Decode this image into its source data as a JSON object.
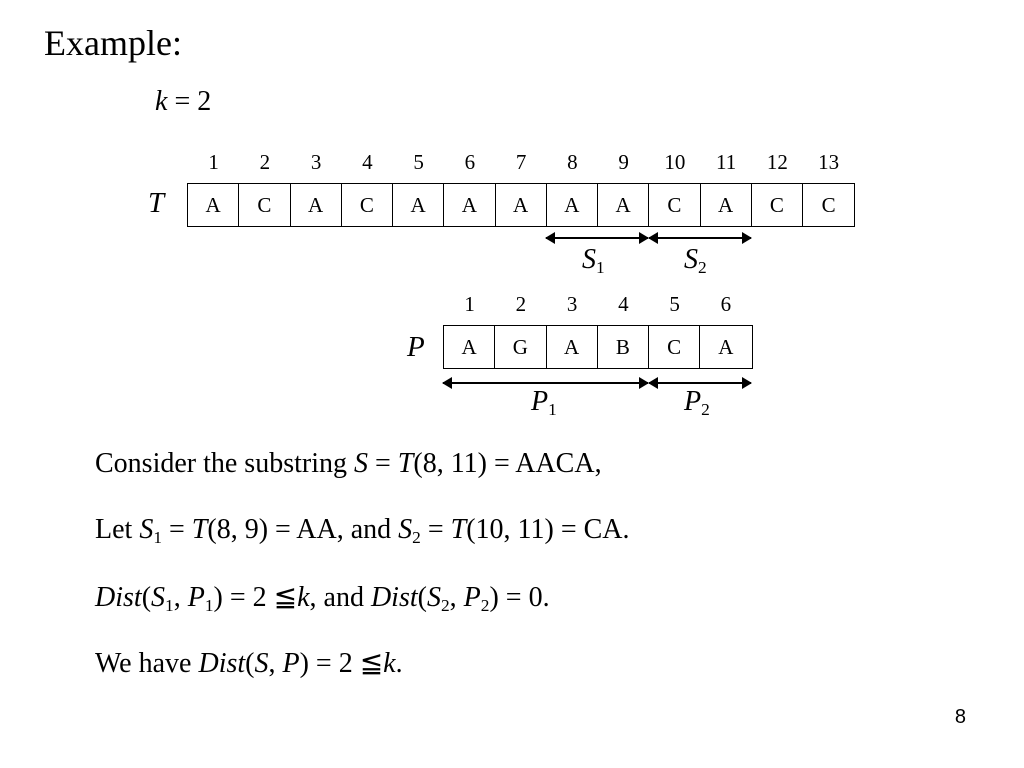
{
  "title": "Example:",
  "k_line": {
    "var": "k",
    "op": " = ",
    "value": "2"
  },
  "t_row": {
    "label": "T",
    "indices": [
      "1",
      "2",
      "3",
      "4",
      "5",
      "6",
      "7",
      "8",
      "9",
      "10",
      "11",
      "12",
      "13"
    ],
    "cells": [
      "A",
      "C",
      "A",
      "C",
      "A",
      "A",
      "A",
      "A",
      "A",
      "C",
      "A",
      "C",
      "C"
    ]
  },
  "t_segments": [
    {
      "var": "S",
      "sub": "1"
    },
    {
      "var": "S",
      "sub": "2"
    }
  ],
  "p_row": {
    "label": "P",
    "indices": [
      "1",
      "2",
      "3",
      "4",
      "5",
      "6"
    ],
    "cells": [
      "A",
      "G",
      "A",
      "B",
      "C",
      "A"
    ]
  },
  "p_segments": [
    {
      "var": "P",
      "sub": "1"
    },
    {
      "var": "P",
      "sub": "2"
    }
  ],
  "lines": {
    "l1": {
      "t1": "Consider the substring ",
      "v1": "S",
      "t2": " = ",
      "v2": "T",
      "t3": "(8, 11) = AACA,"
    },
    "l2": {
      "t1": "Let ",
      "v1": "S",
      "s1": "1",
      "t2": " = ",
      "v2": "T",
      "t3": "(8, 9) = AA, and ",
      "v3": "S",
      "s2": "2",
      "t4": " = ",
      "v4": "T",
      "t5": "(10, 11) = CA."
    },
    "l3": {
      "f1": "Dist",
      "t1": "(",
      "v1": "S",
      "s1": "1",
      "t2": ", ",
      "v2": "P",
      "s2": "1",
      "t3": ") = 2 ≦",
      "v3": "k",
      "t4": ", and ",
      "f2": "Dist",
      "t5": "(",
      "v4": "S",
      "s3": "2",
      "t6": ", ",
      "v5": "P",
      "s4": "2",
      "t7": ") = 0."
    },
    "l4": {
      "t1": "We have ",
      "f1": "Dist",
      "t2": "(",
      "v1": "S",
      "t3": ", ",
      "v2": "P",
      "t4": ") = 2 ≦",
      "v3": "k",
      "t5": "."
    }
  },
  "page_number": "8"
}
